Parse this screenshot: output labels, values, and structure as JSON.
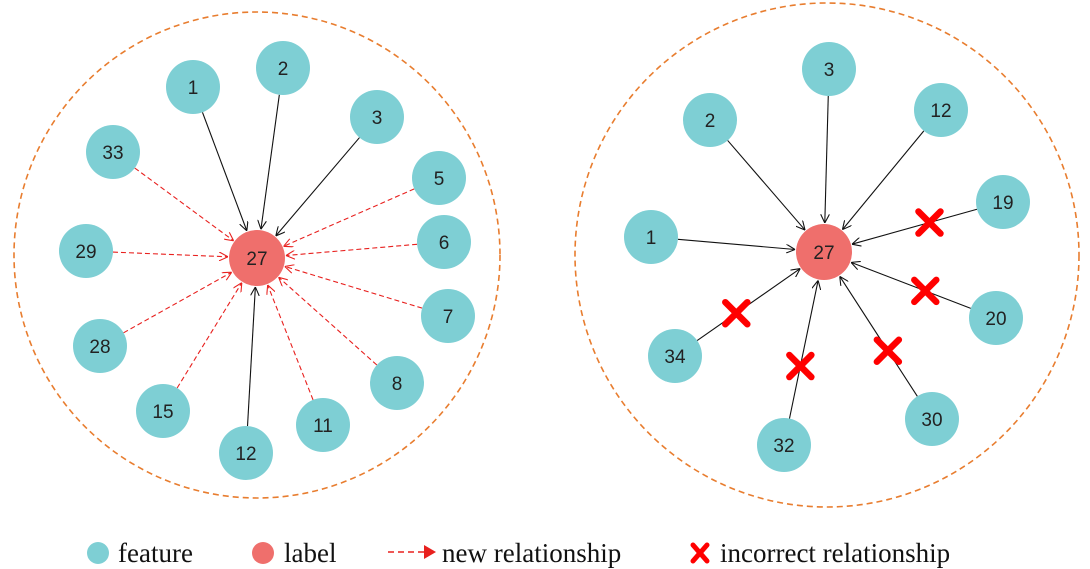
{
  "colors": {
    "feature": "#7ecfd4",
    "label": "#ef6f6c",
    "boundary": "#e87d2f",
    "existing_edge": "#111111",
    "new_edge": "#e8201e",
    "cross": "#ff0000"
  },
  "diagrams": [
    {
      "label_node": "27",
      "feature_nodes": [
        {
          "id": "1",
          "relation": "existing"
        },
        {
          "id": "2",
          "relation": "existing"
        },
        {
          "id": "3",
          "relation": "existing"
        },
        {
          "id": "33",
          "relation": "new"
        },
        {
          "id": "5",
          "relation": "new"
        },
        {
          "id": "29",
          "relation": "new"
        },
        {
          "id": "6",
          "relation": "new"
        },
        {
          "id": "7",
          "relation": "new"
        },
        {
          "id": "28",
          "relation": "new"
        },
        {
          "id": "8",
          "relation": "new"
        },
        {
          "id": "15",
          "relation": "new"
        },
        {
          "id": "11",
          "relation": "new"
        },
        {
          "id": "12",
          "relation": "existing"
        }
      ]
    },
    {
      "label_node": "27",
      "feature_nodes": [
        {
          "id": "3",
          "relation": "existing"
        },
        {
          "id": "2",
          "relation": "existing"
        },
        {
          "id": "12",
          "relation": "existing"
        },
        {
          "id": "19",
          "relation": "incorrect"
        },
        {
          "id": "1",
          "relation": "existing"
        },
        {
          "id": "20",
          "relation": "incorrect"
        },
        {
          "id": "34",
          "relation": "incorrect"
        },
        {
          "id": "32",
          "relation": "incorrect"
        },
        {
          "id": "30",
          "relation": "incorrect"
        }
      ]
    }
  ],
  "legend": {
    "feature": "feature",
    "label": "label",
    "new_relationship": "new relationship",
    "incorrect_relationship": "incorrect relationship"
  }
}
